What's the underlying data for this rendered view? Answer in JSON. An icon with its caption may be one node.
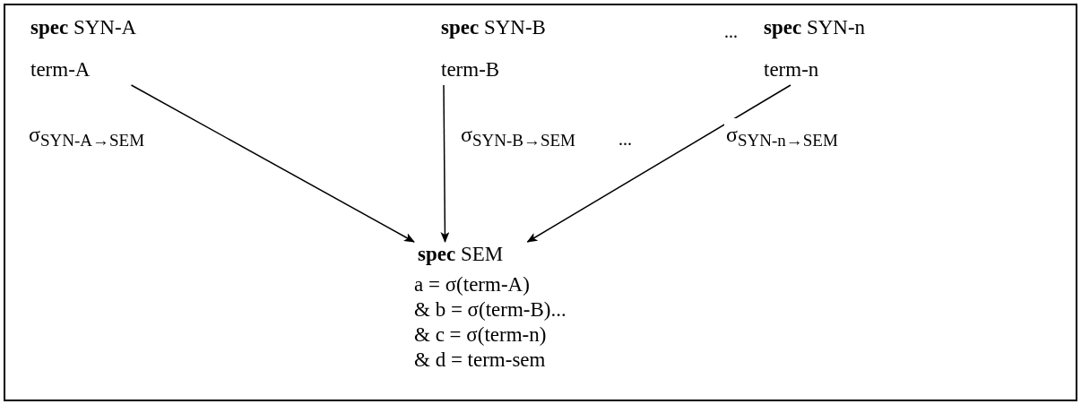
{
  "diagram": {
    "nodes": [
      {
        "text": [
          "**spec** SYN-A",
          "term-A"
        ]
      },
      {
        "text": [
          "**spec** SYN-B",
          "term-B"
        ]
      },
      {
        "text": [
          "**spec** SYN-n",
          "term-n"
        ]
      },
      {
        "text": [
          "**spec** SEM",
          "a = σ(term-A)",
          "& b = σ(term-B)...",
          "& c = σ(term-n)",
          "& d = term-sem"
        ]
      }
    ],
    "edges": [
      {
        "from": 0,
        "to": 3,
        "arrow": "to",
        "label": "σ$_{SYN-A→SEM}$"
      },
      {
        "from": 1,
        "to": 3,
        "arrow": "to",
        "label": "σ$_{SYN-B→SEM}$"
      },
      {
        "from": 2,
        "to": 3,
        "arrow": "to",
        "label": "σ$_{SYN-n→SEM}$"
      }
    ],
    "labels": [
      "...",
      "..."
    ]
  }
}
